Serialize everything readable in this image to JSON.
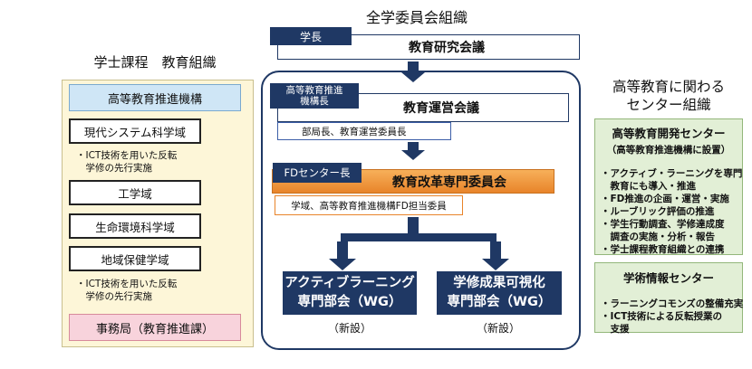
{
  "center": {
    "title": "全学委員会組織",
    "top_tag": "学長",
    "top_box": "教育研究会議",
    "mid_tag": "高等教育推進\n機構長",
    "mid_box": "教育運営会議",
    "mid_sub": "部局長、教育運営委員長",
    "fd_tag": "FDセンター長",
    "fd_box": "教育改革専門委員会",
    "fd_sub": "学域、高等教育推進機構FD担当委員",
    "wg1": {
      "line1": "アクティブラーニング",
      "line2": "専門部会（WG）",
      "note": "（新設）"
    },
    "wg2": {
      "line1": "学修成果可視化",
      "line2": "専門部会（WG）",
      "note": "（新設）"
    }
  },
  "left": {
    "title": "学士課程　教育組織",
    "top_unit": "高等教育推進機構",
    "units": [
      "現代システム科学域",
      "工学域",
      "生命環境科学域",
      "地域保健学域"
    ],
    "note1": "・ICT技術を用いた反転\n　学修の先行実施",
    "note2": "・ICT技術を用いた反転\n　学修の先行実施",
    "bottom_unit": "事務局（教育推進課）"
  },
  "right": {
    "title": "高等教育に関わる\nセンター組織",
    "center1": {
      "name": "高等教育開発センター",
      "sub": "（高等教育推進機構に設置）",
      "bullets": [
        "・アクティブ・ラーニングを専門",
        "　教育にも導入・推進",
        "・FD推進の企画・運営・実施",
        "・ルーブリック評価の推進",
        "・学生行動調査、学修達成度",
        "　調査の実施・分析・報告",
        "・学士課程教育組織との連携"
      ]
    },
    "center2": {
      "name": "学術情報センター",
      "bullets": [
        "・ラーニングコモンズの整備充実",
        "・ICT技術による反転授業の",
        "　支援"
      ]
    }
  },
  "colors": {
    "navy": "#1f3864",
    "orange": "#e8842a",
    "left_bg": "#fdf6d8",
    "right_bg": "#e2efd6"
  }
}
